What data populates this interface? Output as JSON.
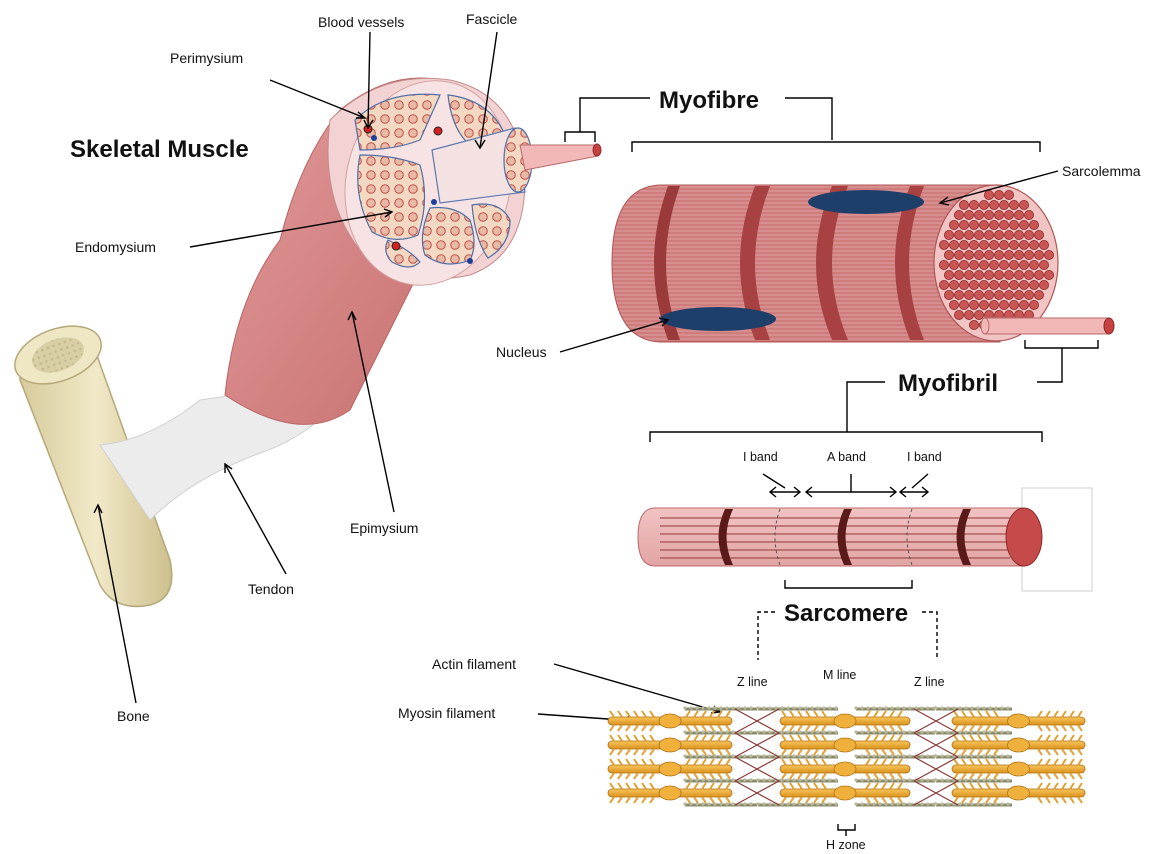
{
  "title": "Skeletal Muscle",
  "sections": {
    "myofibre": "Myofibre",
    "myofibril": "Myofibril",
    "sarcomere": "Sarcomere"
  },
  "labels": {
    "blood_vessels": "Blood vessels",
    "fascicle": "Fascicle",
    "perimysium": "Perimysium",
    "endomysium": "Endomysium",
    "epimysium": "Epimysium",
    "tendon": "Tendon",
    "bone": "Bone",
    "sarcolemma": "Sarcolemma",
    "nucleus": "Nucleus",
    "i_band_left": "I band",
    "a_band": "A band",
    "i_band_right": "I band",
    "actin_filament": "Actin filament",
    "myosin_filament": "Myosin filament",
    "z_line_left": "Z line",
    "m_line": "M line",
    "z_line_right": "Z line",
    "h_zone": "H zone"
  },
  "colors": {
    "muscle": "#d98b8b",
    "muscle_dark": "#b85a5a",
    "fibre_stripe": "#c96666",
    "band_dark": "#7a2424",
    "nucleus": "#1f3f6b",
    "bone": "#e9dfb8",
    "tendon": "#eeeeee",
    "fascicle_fill": "#f4d9c2",
    "myosin": "#e8a92f",
    "actin": "#9a9a80"
  }
}
